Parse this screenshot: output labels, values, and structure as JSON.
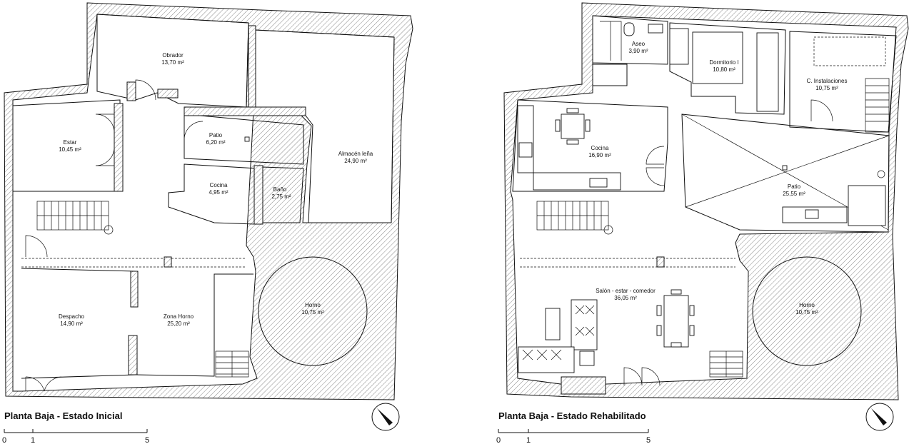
{
  "plans": [
    {
      "title": "Planta Baja - Estado Inicial",
      "rooms": [
        {
          "name": "Obrador",
          "area": "13,70 m²"
        },
        {
          "name": "Estar",
          "area": "10,45 m²"
        },
        {
          "name": "Patio",
          "area": "6,20 m²"
        },
        {
          "name": "Almacén leña",
          "area": "24,90 m²"
        },
        {
          "name": "Cocina",
          "area": "4,95 m²"
        },
        {
          "name": "Baño",
          "area": "2,75 m²"
        },
        {
          "name": "Despacho",
          "area": "14,90 m²"
        },
        {
          "name": "Zona Horno",
          "area": "25,20 m²"
        },
        {
          "name": "Horno",
          "area": "10,75 m²"
        }
      ],
      "scale": [
        "0",
        "1",
        "5"
      ]
    },
    {
      "title": "Planta Baja - Estado Rehabilitado",
      "rooms": [
        {
          "name": "Aseo",
          "area": "3,90 m²"
        },
        {
          "name": "Dormitorio I",
          "area": "10,80 m²"
        },
        {
          "name": "C. Instalaciones",
          "area": "10,75 m²"
        },
        {
          "name": "Cocina",
          "area": "16,90 m²"
        },
        {
          "name": "Patio",
          "area": "25,55 m²"
        },
        {
          "name": "Salón - estar - comedor",
          "area": "36,05 m²"
        },
        {
          "name": "Horno",
          "area": "10,75 m²"
        }
      ],
      "scale": [
        "0",
        "1",
        "5"
      ]
    }
  ],
  "icons": {
    "north_arrow": "north-arrow-icon"
  }
}
